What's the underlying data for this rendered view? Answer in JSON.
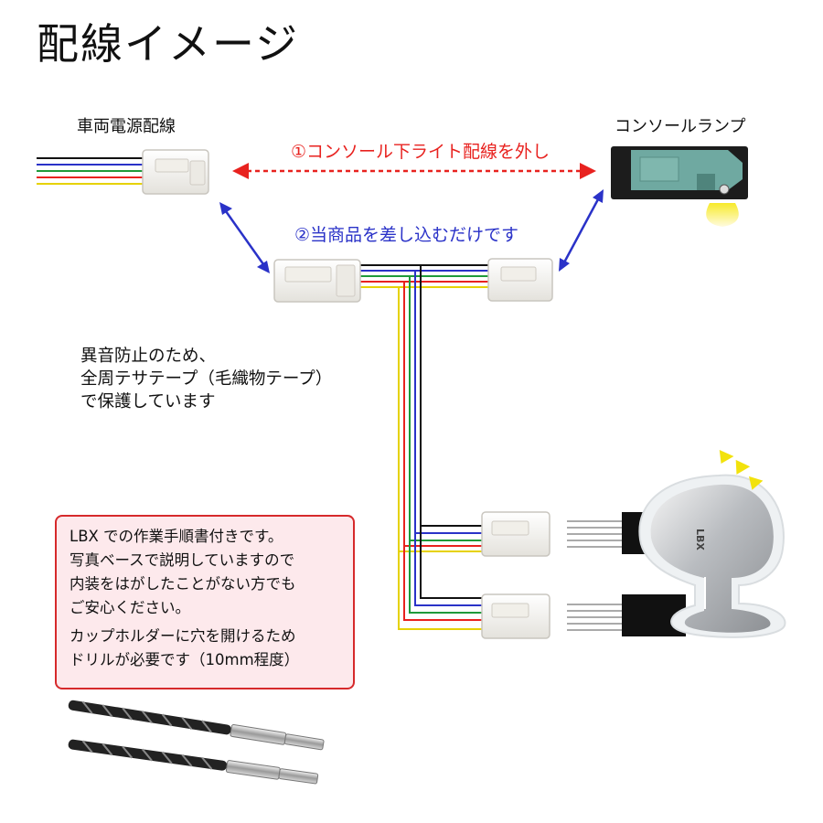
{
  "title": "配線イメージ",
  "labels": {
    "vehicle_wiring": "車両電源配線",
    "console_lamp": "コンソールランプ",
    "step1": "①コンソール下ライト配線を外し",
    "step2": "②当商品を差し込むだけです"
  },
  "note_lines": [
    "異音防止のため、",
    "全周テサテープ（毛織物テープ）",
    "で保護しています"
  ],
  "info_box": {
    "lines": [
      "LBX での作業手順書付きです。",
      "写真ベースで説明していますので",
      "内装をはがしたことがない方でも",
      "ご安心ください。"
    ],
    "drill_lines": [
      "カップホルダーに穴を開けるため",
      "ドリルが必要です（10mm程度）"
    ]
  },
  "plate_text": "LBX",
  "colors": {
    "step1_arrow": "#e8221f",
    "step2_arrow": "#2a32c8",
    "info_border": "#d6292b",
    "info_bg": "#fde9ec",
    "lamp_green": "#6fa9a1",
    "light_yellow": "#f2e20c",
    "wires": [
      "#111111",
      "#2a32c8",
      "#1f9a3a",
      "#e8221f",
      "#e6d200"
    ]
  },
  "icons": [
    "double-arrow-icon",
    "yellow-light-icon",
    "drill-bit-icon"
  ]
}
